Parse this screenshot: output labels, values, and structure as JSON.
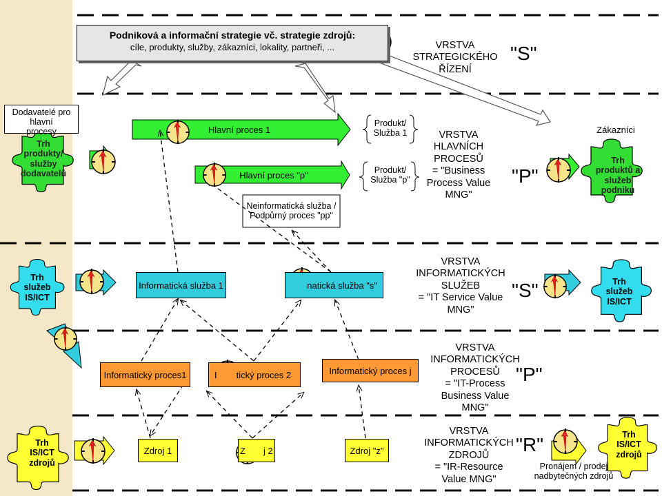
{
  "strategy": {
    "title": "Podniková a informační strategie vč. strategie zdrojů:",
    "subtitle": "cíle, produkty, služby, zákazníci, lokality, partneři, ..."
  },
  "layers": {
    "strategic": {
      "line1": "VRSTVA",
      "line2": "STRATEGICKÉHO",
      "line3": "ŘÍZENÍ",
      "code": "\"S\""
    },
    "process": {
      "line1": "VRSTVA",
      "line2": "HLAVNÍCH",
      "line3": "PROCESŮ",
      "line4": "= \"Business",
      "line5": "Process Value",
      "line6": "MNG\"",
      "code": "\"P\""
    },
    "service": {
      "line1": "VRSTVA",
      "line2": "INFORMATICKÝCH",
      "line3": "SLUŽEB",
      "line4": "= \"IT Service Value",
      "line5": "MNG\"",
      "code": "\"S\""
    },
    "itprocess": {
      "line1": "VRSTVA",
      "line2": "INFORMATICKÝCH",
      "line3": "PROCESŮ",
      "line4": "= \"IT-Process",
      "line5": "Business Value",
      "line6": "MNG\"",
      "code": "\"P\""
    },
    "resource": {
      "line1": "VRSTVA",
      "line2": "INFORMATICKÝCH",
      "line3": "ZDROJŮ",
      "line4": "= \"IR-Resource",
      "line5": "Value MNG\"",
      "code": "\"R\""
    }
  },
  "suppliers": {
    "label_line1": "Dodavatelé pro hlavní",
    "label_line2": "procesy",
    "puzzle_line1": "Trh",
    "puzzle_line2": "produkty/",
    "puzzle_line3": "služby",
    "puzzle_line4": "dodavatelů"
  },
  "customers": {
    "label": "Zákazníci",
    "puzzle_line1": "Trh",
    "puzzle_line2": "produktů a",
    "puzzle_line3": "služeb",
    "puzzle_line4": "podniku"
  },
  "processes": {
    "main1": "Hlavní proces 1",
    "mainp": "Hlavní proces \"p\"",
    "support_line1": "Neinformatická služba /",
    "support_line2": "Podpůrný proces \"pp\""
  },
  "products": {
    "p1_line1": "Produkt/",
    "p1_line2": "Služba 1",
    "pp_line1": "Produkt/",
    "pp_line2": "Služba \"p\""
  },
  "services": {
    "s1": "Informatická služba 1",
    "ss": "natická služba \"s\"",
    "left_puzzle_line1": "Trh",
    "left_puzzle_line2": "služeb",
    "left_puzzle_line3": "IS/ICT",
    "right_puzzle_line1": "Trh",
    "right_puzzle_line2": "služeb",
    "right_puzzle_line3": "IS/ICT"
  },
  "itprocesses": {
    "p1": "Informatický proces1",
    "p2": "tický proces 2",
    "p2_prefix": "I",
    "pj": "Informatický proces j"
  },
  "resources": {
    "r1": "Zdroj 1",
    "r2_prefix": "Z",
    "r2": "j 2",
    "rz": "Zdroj \"z\"",
    "left_puzzle_line1": "Trh",
    "left_puzzle_line2": "IS/ICT",
    "left_puzzle_line3": "zdrojů",
    "right_puzzle_line1": "Trh",
    "right_puzzle_line2": "IS/ICT",
    "right_puzzle_line3": "zdrojů",
    "outsourcing_line1": "Pronájem / prodej",
    "outsourcing_line2": "nadbytečných zdrojů"
  },
  "colors": {
    "green": "#33ee33",
    "cyan": "#33ccdd",
    "orange": "#ff9933",
    "puzzle_green": "#33dd33",
    "puzzle_yellow": "#ffff33",
    "puzzle_cyan": "#33ddee",
    "clock_fill": "#f5e48a",
    "clock_hand": "#e02020",
    "strip": "#f5e8c8",
    "strategy_fill": "#e6e6e6"
  }
}
